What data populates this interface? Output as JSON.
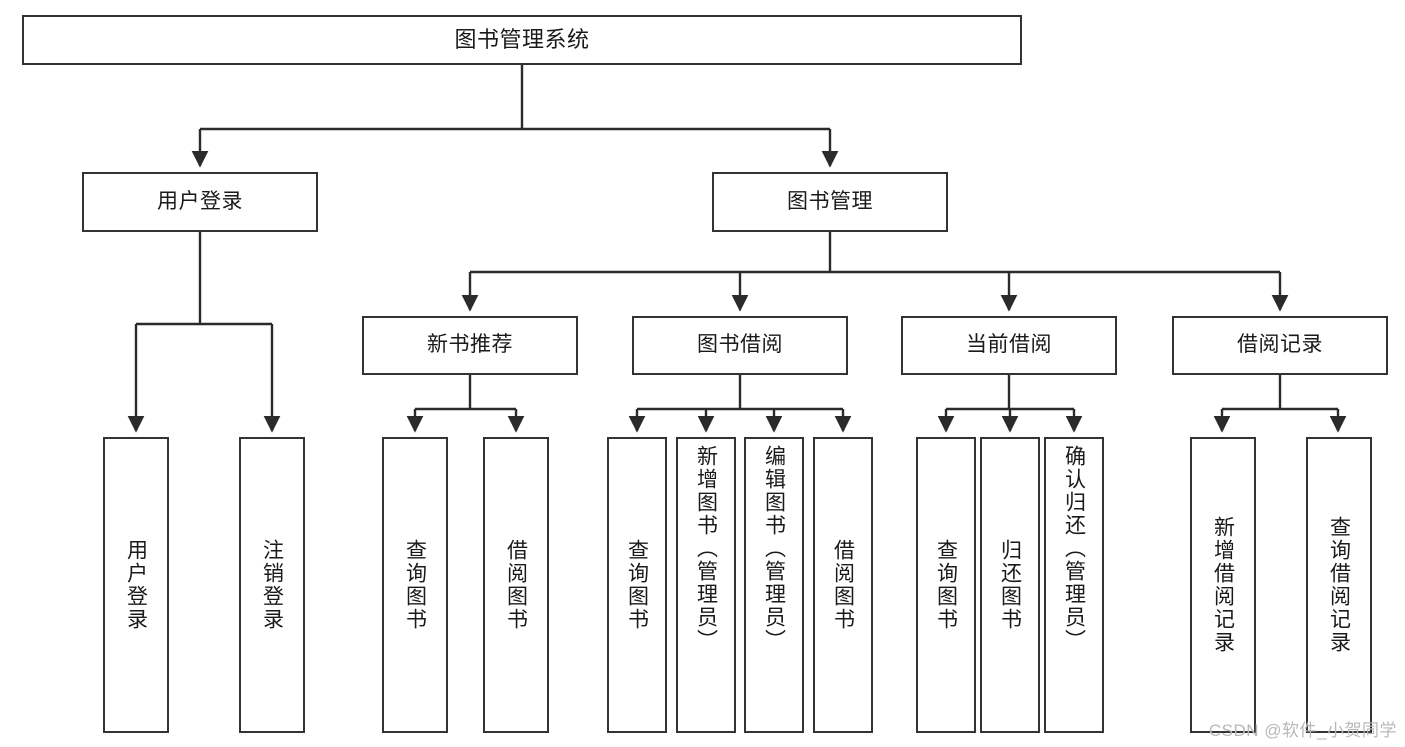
{
  "diagram": {
    "title": "图书管理系统",
    "type": "tree-hierarchy-chart",
    "root": {
      "label": "图书管理系统"
    },
    "level1": [
      {
        "label": "用户登录"
      },
      {
        "label": "图书管理"
      }
    ],
    "level2": [
      {
        "label": "新书推荐"
      },
      {
        "label": "图书借阅"
      },
      {
        "label": "当前借阅"
      },
      {
        "label": "借阅记录"
      }
    ],
    "leaves": {
      "user_login": [
        {
          "label": "用户登录"
        },
        {
          "label": "注销登录"
        }
      ],
      "new_book_recommend": [
        {
          "label": "查询图书"
        },
        {
          "label": "借阅图书"
        }
      ],
      "book_borrow": [
        {
          "label": "查询图书"
        },
        {
          "label": "新增图书（管理员）"
        },
        {
          "label": "编辑图书（管理员）"
        },
        {
          "label": "借阅图书"
        }
      ],
      "current_borrow": [
        {
          "label": "查询图书"
        },
        {
          "label": "归还图书"
        },
        {
          "label": "确认归还（管理员）"
        }
      ],
      "borrow_record": [
        {
          "label": "新增借阅记录"
        },
        {
          "label": "查询借阅记录"
        }
      ]
    }
  },
  "watermark": {
    "text": "CSDN @软件_小贺同学"
  },
  "colors": {
    "box_border": "#333333",
    "box_fill": "#ffffff",
    "edge": "#2b2b2b",
    "text": "#1a1a1a",
    "watermark": "#b8b8b8",
    "background": "#ffffff"
  }
}
